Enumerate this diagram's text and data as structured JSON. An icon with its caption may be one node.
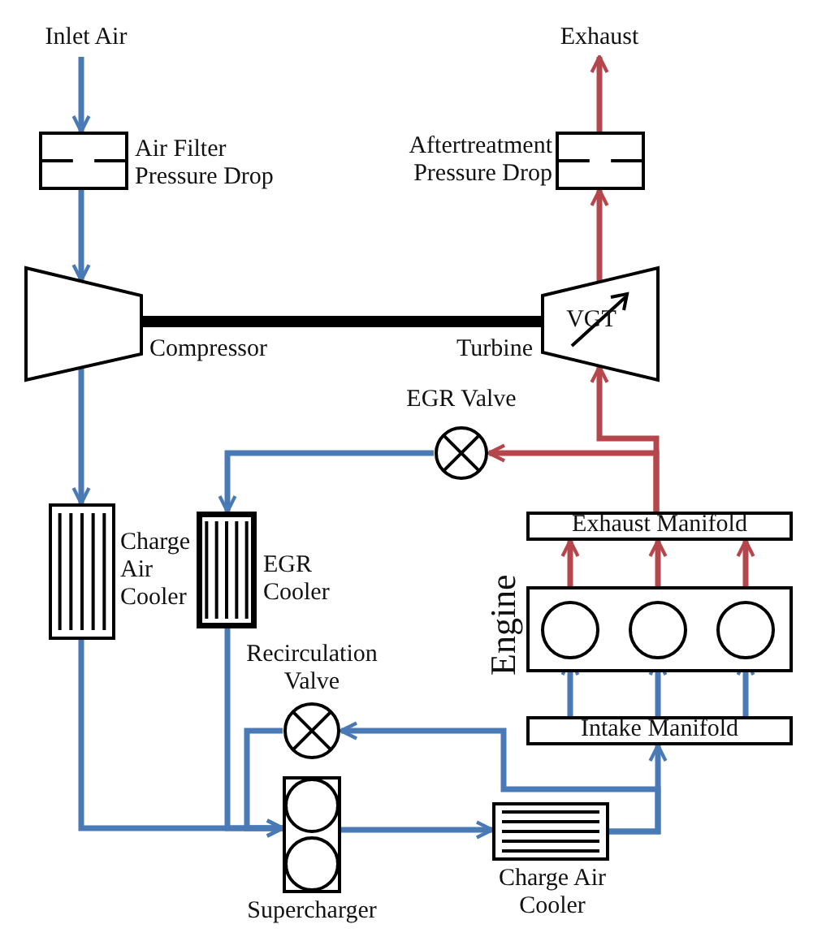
{
  "diagram": {
    "nodes": [
      {
        "text": [
          "Inlet Air"
        ]
      },
      {
        "text": [
          "Air Filter Pressure Drop"
        ]
      },
      {
        "text": [
          "Compressor"
        ]
      },
      {
        "text": [
          "Turbine",
          "VGT"
        ]
      },
      {
        "text": [
          "Aftertreatment Pressure Drop"
        ]
      },
      {
        "text": [
          "Exhaust"
        ]
      },
      {
        "text": [
          "EGR Valve"
        ]
      },
      {
        "text": [
          "Exhaust Manifold"
        ]
      },
      {
        "text": [
          "Engine"
        ]
      },
      {
        "text": [],
        "shape": "circle",
        "in": 8
      },
      {
        "text": [],
        "shape": "circle",
        "in": 8
      },
      {
        "text": [],
        "shape": "circle",
        "in": 8
      },
      {
        "text": [
          "Intake Manifold"
        ]
      },
      {
        "text": [
          "Charge Air Cooler"
        ]
      },
      {
        "text": [
          "EGR Cooler"
        ]
      },
      {
        "text": [
          "Recirculation Valve"
        ]
      },
      {
        "text": [
          "Supercharger"
        ]
      },
      {
        "text": [
          "Charge Air Cooler"
        ]
      }
    ],
    "edges": [
      {
        "from": 0,
        "to": 1,
        "arrow": "to"
      },
      {
        "from": 1,
        "to": 2,
        "arrow": "to"
      },
      {
        "from": 2,
        "to": 13,
        "arrow": "to"
      },
      {
        "from": 3,
        "to": 4,
        "arrow": "to",
        "color": "#b5464b"
      },
      {
        "from": 4,
        "to": 5,
        "arrow": "to",
        "color": "#b5464b"
      },
      {
        "from": 7,
        "to": 3,
        "arrow": "to",
        "color": "#b5464b"
      },
      {
        "from": 7,
        "to": 6,
        "arrow": "to",
        "color": "#b5464b"
      },
      {
        "from": 6,
        "to": 14,
        "arrow": "to"
      },
      {
        "from": 9,
        "to": 7,
        "arrow": "to",
        "color": "#b5464b"
      },
      {
        "from": 10,
        "to": 7,
        "arrow": "to",
        "color": "#b5464b"
      },
      {
        "from": 11,
        "to": 7,
        "arrow": "to",
        "color": "#b5464b"
      },
      {
        "from": 12,
        "to": 9,
        "arrow": "to"
      },
      {
        "from": 12,
        "to": 10,
        "arrow": "to"
      },
      {
        "from": 12,
        "to": 11,
        "arrow": "to"
      },
      {
        "from": 13,
        "to": 16,
        "arrow": "to"
      },
      {
        "from": 14,
        "to": 16,
        "arrow": "to"
      },
      {
        "from": 15,
        "to": 16,
        "arrow": "to"
      },
      {
        "from": 16,
        "to": 17,
        "arrow": "to"
      },
      {
        "from": 17,
        "to": 12,
        "arrow": "to"
      },
      {
        "from": 17,
        "to": 15,
        "arrow": "to"
      },
      {
        "from": 2,
        "to": 3,
        "arrow": "none",
        "style": "thick",
        "color": "#000000"
      }
    ]
  }
}
